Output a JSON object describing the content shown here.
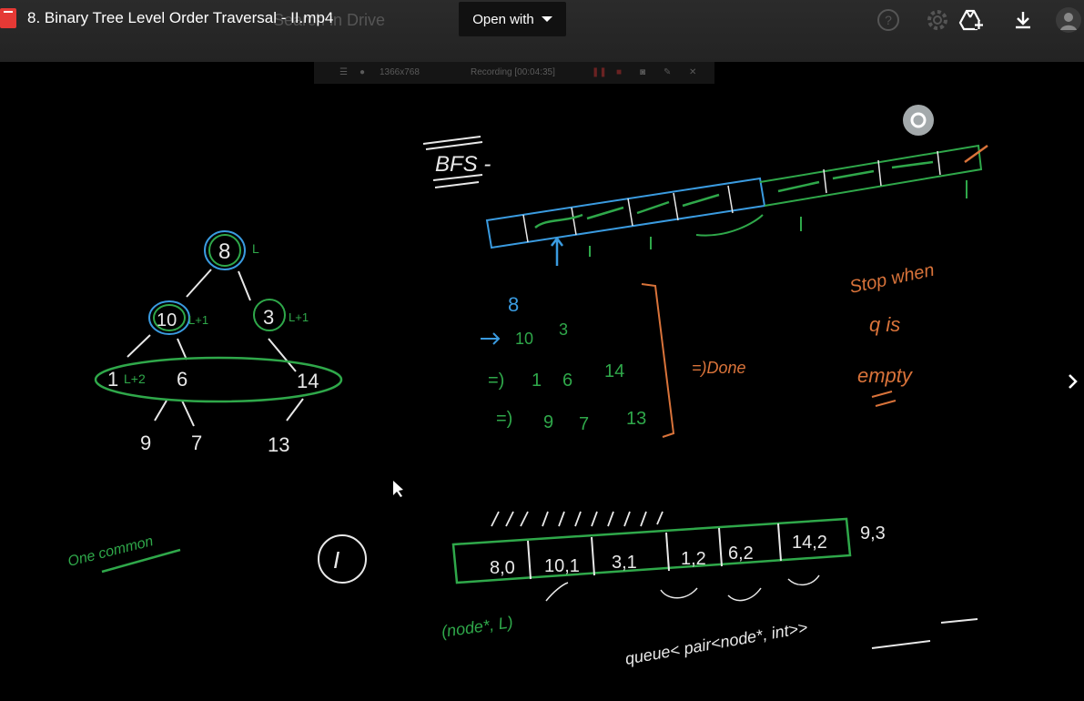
{
  "topbar": {
    "title": "8. Binary Tree Level Order Traversal - II.mp4",
    "open_with_label": "Open with",
    "background_search_text": "Search in Drive",
    "icons": [
      "help-icon",
      "settings-icon",
      "add-to-drive-icon",
      "download-icon",
      "avatar"
    ]
  },
  "recording_bar": {
    "resolution": "1366x768",
    "status": "Recording [00:04:35]"
  },
  "whiteboard": {
    "bfs_heading": "BFS -",
    "tree": {
      "root": "8",
      "root_level": "L",
      "left": "10",
      "left_level": "L+1",
      "right": "3",
      "right_level": "L+1",
      "level2": [
        "1",
        "L+2",
        "6",
        "14"
      ],
      "level3": [
        "9",
        "7",
        "13"
      ]
    },
    "levels_list": [
      [
        "8"
      ],
      [
        "10",
        "3"
      ],
      [
        "1",
        "6",
        "14"
      ],
      [
        "9",
        "7",
        "13"
      ]
    ],
    "done_label": "=)Done",
    "stop_note": [
      "Stop when",
      "q is",
      "empty"
    ],
    "one_common": "One common",
    "roman_numeral": "I",
    "queue_cells": [
      "8,0",
      "10,1",
      "3,1",
      "1,2",
      "6,2",
      "14,2"
    ],
    "queue_extra": "9,3",
    "pair_label": "(node*, L)",
    "queue_decl": "queue< pair<node*, int>>"
  },
  "colors": {
    "green": "#2fa84a",
    "blue": "#3a9be0",
    "orange": "#d9733a",
    "topbar": "#2b2b2b"
  }
}
